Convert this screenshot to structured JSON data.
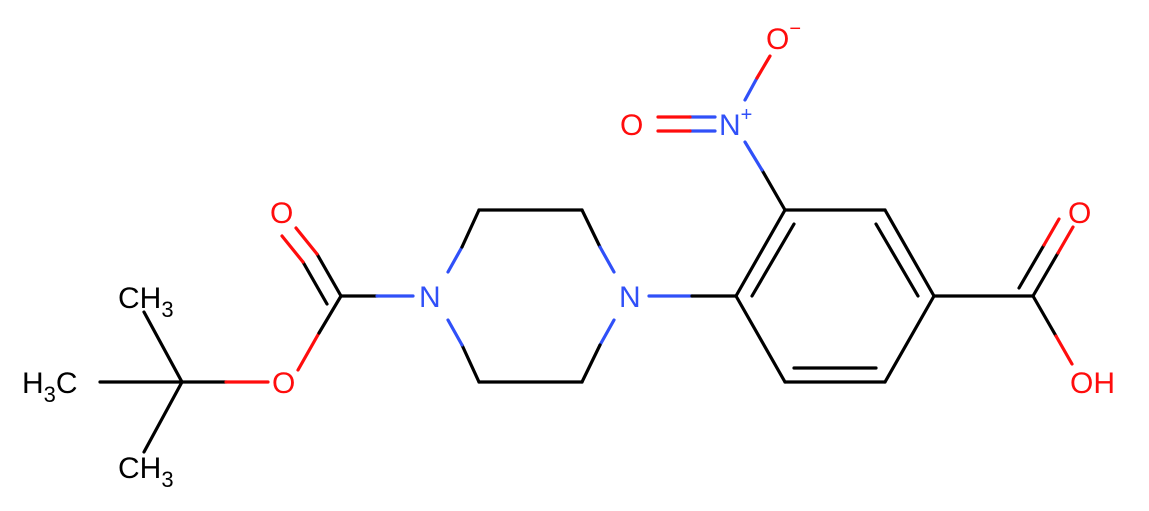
{
  "colors": {
    "carbon": "#000000",
    "oxygen": "#ff0d0d",
    "nitrogen": "#3050f8",
    "background": "#ffffff"
  },
  "labels": {
    "ch3_top": {
      "main": "CH",
      "sub": "3"
    },
    "h3c_left": {
      "main": "H",
      "sub": "3",
      "tail": "C"
    },
    "ch3_bottom": {
      "main": "CH",
      "sub": "3"
    },
    "o_ester": "O",
    "o_carbonyl_boc": "O",
    "n_piperazine_left": "N",
    "n_piperazine_right": "N",
    "n_nitro": {
      "main": "N",
      "sup": "+"
    },
    "o_nitro_double": "O",
    "o_nitro_minus": {
      "main": "O",
      "sup": "−"
    },
    "o_acid_carbonyl": "O",
    "oh_acid": "OH"
  }
}
